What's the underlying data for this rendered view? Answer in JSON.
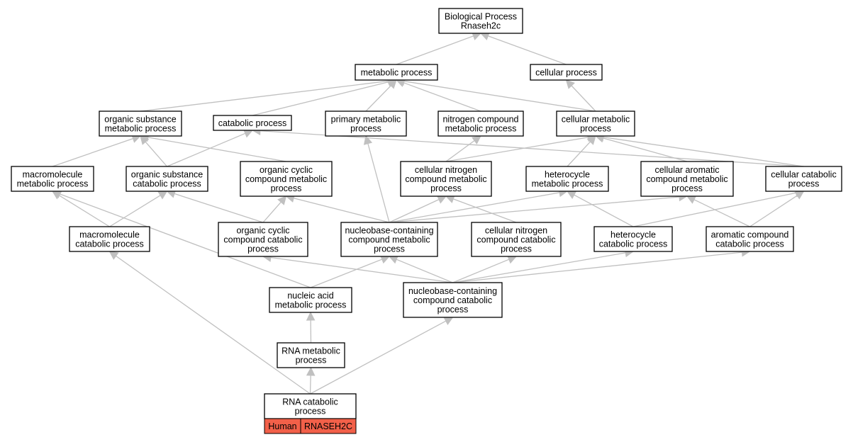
{
  "colors": {
    "edge": "#c0c0c0",
    "node_border": "#000000",
    "node_fill": "#ffffff",
    "annotation": "#f26049"
  },
  "nodes": [
    {
      "id": "root",
      "lines": [
        "Biological Process",
        "Rnaseh2c"
      ]
    },
    {
      "id": "metab",
      "lines": [
        "metabolic process"
      ]
    },
    {
      "id": "cell",
      "lines": [
        "cellular process"
      ]
    },
    {
      "id": "osm",
      "lines": [
        "organic substance",
        "metabolic process"
      ]
    },
    {
      "id": "cat",
      "lines": [
        "catabolic process"
      ]
    },
    {
      "id": "pmp",
      "lines": [
        "primary metabolic",
        "process"
      ]
    },
    {
      "id": "ncm",
      "lines": [
        "nitrogen compound",
        "metabolic process"
      ]
    },
    {
      "id": "cmp",
      "lines": [
        "cellular metabolic",
        "process"
      ]
    },
    {
      "id": "mmp",
      "lines": [
        "macromolecule",
        "metabolic process"
      ]
    },
    {
      "id": "oscp",
      "lines": [
        "organic substance",
        "catabolic process"
      ]
    },
    {
      "id": "occm",
      "lines": [
        "organic cyclic",
        "compound metabolic",
        "process"
      ]
    },
    {
      "id": "cncm",
      "lines": [
        "cellular nitrogen",
        "compound metabolic",
        "process"
      ]
    },
    {
      "id": "hmp",
      "lines": [
        "heterocycle",
        "metabolic process"
      ]
    },
    {
      "id": "cacm",
      "lines": [
        "cellular aromatic",
        "compound metabolic",
        "process"
      ]
    },
    {
      "id": "ccp",
      "lines": [
        "cellular catabolic",
        "process"
      ]
    },
    {
      "id": "mcp",
      "lines": [
        "macromolecule",
        "catabolic process"
      ]
    },
    {
      "id": "occc",
      "lines": [
        "organic cyclic",
        "compound catabolic",
        "process"
      ]
    },
    {
      "id": "nbcm",
      "lines": [
        "nucleobase-containing",
        "compound metabolic",
        "process"
      ]
    },
    {
      "id": "cncc",
      "lines": [
        "cellular nitrogen",
        "compound catabolic",
        "process"
      ]
    },
    {
      "id": "hcp",
      "lines": [
        "heterocycle",
        "catabolic process"
      ]
    },
    {
      "id": "accp",
      "lines": [
        "aromatic compound",
        "catabolic process"
      ]
    },
    {
      "id": "namp",
      "lines": [
        "nucleic acid",
        "metabolic process"
      ]
    },
    {
      "id": "nbcc",
      "lines": [
        "nucleobase-containing",
        "compound catabolic",
        "process"
      ]
    },
    {
      "id": "rmp",
      "lines": [
        "RNA metabolic",
        "process"
      ]
    },
    {
      "id": "rcp",
      "lines": [
        "RNA catabolic",
        "process"
      ],
      "annotations": [
        "Human",
        "RNASEH2C"
      ]
    }
  ],
  "edges": [
    [
      "metab",
      "root"
    ],
    [
      "cell",
      "root"
    ],
    [
      "osm",
      "metab"
    ],
    [
      "cat",
      "metab"
    ],
    [
      "pmp",
      "metab"
    ],
    [
      "ncm",
      "metab"
    ],
    [
      "cmp",
      "metab"
    ],
    [
      "cmp",
      "cell"
    ],
    [
      "mmp",
      "osm"
    ],
    [
      "oscp",
      "osm"
    ],
    [
      "occm",
      "osm"
    ],
    [
      "oscp",
      "cat"
    ],
    [
      "ccp",
      "cat"
    ],
    [
      "cncm",
      "ncm"
    ],
    [
      "cncm",
      "cmp"
    ],
    [
      "hmp",
      "cmp"
    ],
    [
      "cacm",
      "cmp"
    ],
    [
      "ccp",
      "cmp"
    ],
    [
      "mcp",
      "mmp"
    ],
    [
      "mcp",
      "oscp"
    ],
    [
      "occc",
      "oscp"
    ],
    [
      "occc",
      "occm"
    ],
    [
      "nbcm",
      "occm"
    ],
    [
      "nbcm",
      "pmp"
    ],
    [
      "nbcm",
      "cncm"
    ],
    [
      "nbcm",
      "hmp"
    ],
    [
      "nbcm",
      "cacm"
    ],
    [
      "cncc",
      "cncm"
    ],
    [
      "hcp",
      "hmp"
    ],
    [
      "hcp",
      "ccp"
    ],
    [
      "accp",
      "cacm"
    ],
    [
      "accp",
      "ccp"
    ],
    [
      "namp",
      "mmp"
    ],
    [
      "namp",
      "nbcm"
    ],
    [
      "nbcc",
      "occc"
    ],
    [
      "nbcc",
      "nbcm"
    ],
    [
      "nbcc",
      "cncc"
    ],
    [
      "nbcc",
      "hcp"
    ],
    [
      "nbcc",
      "accp"
    ],
    [
      "rmp",
      "namp"
    ],
    [
      "rcp",
      "rmp"
    ],
    [
      "rcp",
      "mcp"
    ],
    [
      "rcp",
      "nbcc"
    ]
  ]
}
